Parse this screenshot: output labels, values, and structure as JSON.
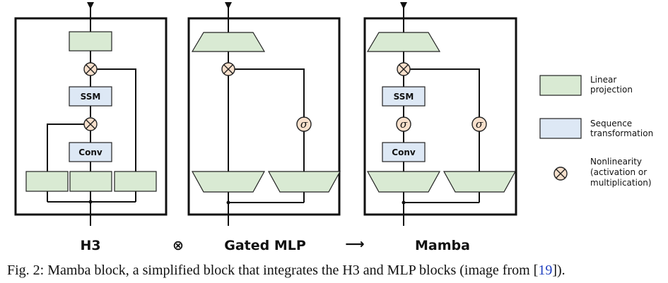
{
  "blocks": {
    "h3": {
      "title": "H3",
      "ssm": "SSM",
      "conv": "Conv"
    },
    "gated_mlp": {
      "title": "Gated MLP",
      "sigma": "σ"
    },
    "mamba": {
      "title": "Mamba",
      "ssm": "SSM",
      "conv": "Conv",
      "sigma": "σ"
    }
  },
  "operators": {
    "combine": "⊗",
    "result": "⟶"
  },
  "legend": {
    "linear_line1": "Linear",
    "linear_line2": "projection",
    "sequence_line1": "Sequence",
    "sequence_line2": "transformation",
    "nonlinearity_line1": "Nonlinearity",
    "nonlinearity_line2": "(activation or",
    "nonlinearity_line3": "multiplication)"
  },
  "caption": {
    "prefix": "Fig. 2: Mamba block, a simplified block that integrates the H3 and MLP blocks (image from [",
    "ref": "19",
    "suffix": "])."
  },
  "colors": {
    "linear_projection": "#d9ead3",
    "sequence_transformation": "#dde8f5",
    "nonlinearity": "#f8e0cc",
    "citation_link": "#1f3fbf"
  }
}
